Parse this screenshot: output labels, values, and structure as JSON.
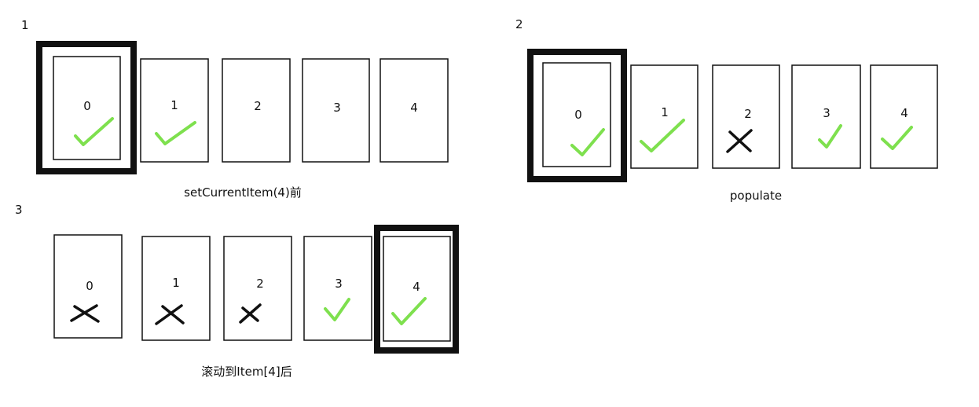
{
  "colors": {
    "check": "#7ee04e",
    "cross": "#111111",
    "frame": "#111111"
  },
  "panels": [
    {
      "number": "1",
      "caption": "setCurrentItem(4)前",
      "cards": [
        {
          "label": "0",
          "status": "check"
        },
        {
          "label": "1",
          "status": "check"
        },
        {
          "label": "2",
          "status": "none"
        },
        {
          "label": "3",
          "status": "none"
        },
        {
          "label": "4",
          "status": "none"
        }
      ],
      "selected_index": 0
    },
    {
      "number": "2",
      "caption": "populate",
      "cards": [
        {
          "label": "0",
          "status": "check"
        },
        {
          "label": "1",
          "status": "check"
        },
        {
          "label": "2",
          "status": "cross"
        },
        {
          "label": "3",
          "status": "check"
        },
        {
          "label": "4",
          "status": "check"
        }
      ],
      "selected_index": 0
    },
    {
      "number": "3",
      "caption": "滚动到Item[4]后",
      "cards": [
        {
          "label": "0",
          "status": "cross"
        },
        {
          "label": "1",
          "status": "cross"
        },
        {
          "label": "2",
          "status": "cross"
        },
        {
          "label": "3",
          "status": "check"
        },
        {
          "label": "4",
          "status": "check"
        }
      ],
      "selected_index": 4
    }
  ]
}
